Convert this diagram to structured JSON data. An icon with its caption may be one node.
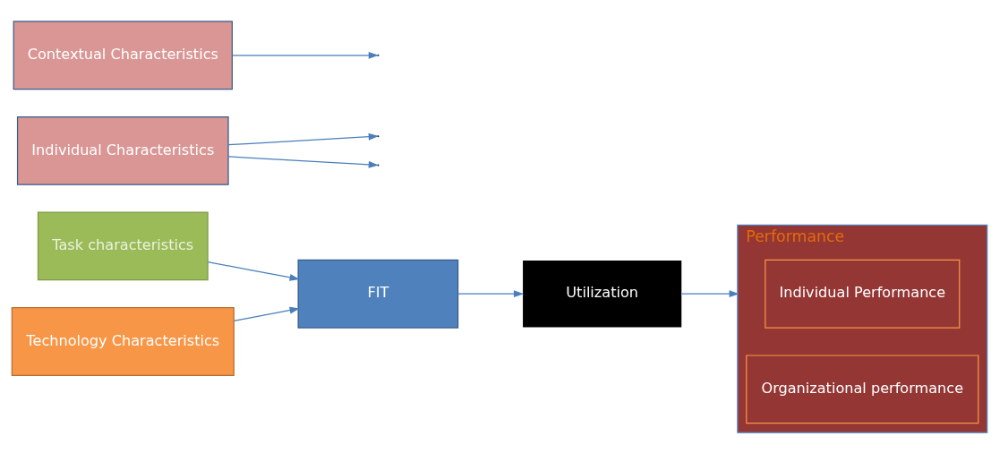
{
  "diagram": {
    "nodes": [
      {
        "text": [
          "Task characteristics"
        ]
      },
      {
        "text": [
          "Individual Characteristics"
        ]
      },
      {
        "text": [
          "Contextual Characteristics"
        ]
      },
      {
        "text": [
          "Technology Characteristics"
        ]
      },
      {
        "text": [
          "FIT"
        ]
      },
      {
        "text": [
          "Utilization"
        ]
      },
      {
        "text": [
          "Performance"
        ]
      },
      {
        "text": [
          "Individual Performance"
        ],
        "in": 6
      },
      {
        "text": [
          "Organizational performance"
        ],
        "in": 6
      }
    ],
    "edges": [
      {
        "from": 0,
        "to": 4,
        "arrow": "to"
      },
      {
        "from": 1,
        "to": null,
        "arrow": "to"
      },
      {
        "from": 1,
        "to": null,
        "arrow": "to"
      },
      {
        "from": 2,
        "to": null,
        "arrow": "to"
      },
      {
        "from": 3,
        "to": 4,
        "arrow": "to"
      },
      {
        "from": 4,
        "to": 5,
        "arrow": "to"
      },
      {
        "from": 5,
        "to": 6,
        "arrow": "to"
      }
    ]
  }
}
